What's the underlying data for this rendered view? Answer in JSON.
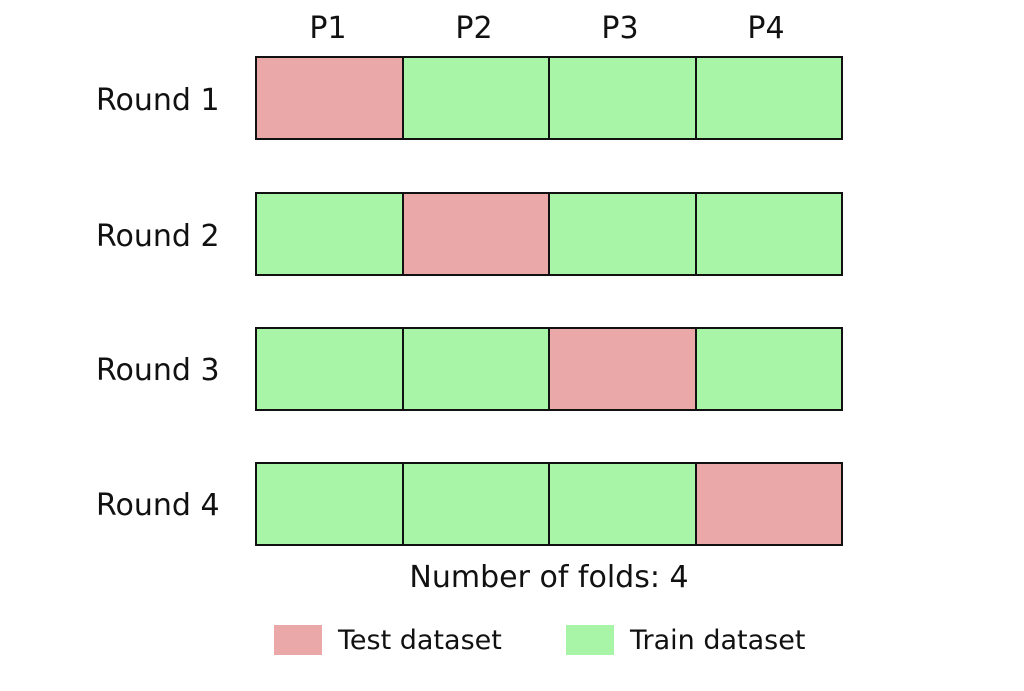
{
  "columns": [
    "P1",
    "P2",
    "P3",
    "P4"
  ],
  "rounds": [
    {
      "label": "Round 1",
      "folds": [
        "test",
        "train",
        "train",
        "train"
      ]
    },
    {
      "label": "Round 2",
      "folds": [
        "train",
        "test",
        "train",
        "train"
      ]
    },
    {
      "label": "Round 3",
      "folds": [
        "train",
        "train",
        "test",
        "train"
      ]
    },
    {
      "label": "Round 4",
      "folds": [
        "train",
        "train",
        "train",
        "test"
      ]
    }
  ],
  "footer": "Number of folds: 4",
  "legend": {
    "test": {
      "label": "Test dataset",
      "color": "#eba8a8"
    },
    "train": {
      "label": "Train dataset",
      "color": "#a8f5a8"
    }
  }
}
